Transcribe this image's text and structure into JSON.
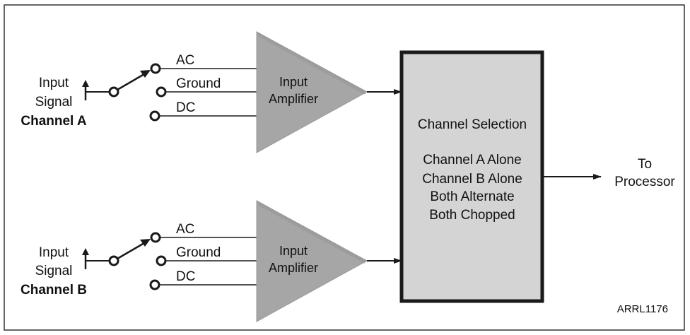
{
  "colors": {
    "background": "#ffffff",
    "line": "#1a1a1a",
    "amplifier_fill": "#a6a6a6",
    "selector_fill": "#d4d4d4"
  },
  "channel_a": {
    "input_label": "Input",
    "signal_label": "Signal",
    "channel_label": "Channel A",
    "switch_options": [
      "AC",
      "Ground",
      "DC"
    ],
    "amplifier_line1": "Input",
    "amplifier_line2": "Amplifier"
  },
  "channel_b": {
    "input_label": "Input",
    "signal_label": "Signal",
    "channel_label": "Channel B",
    "switch_options": [
      "AC",
      "Ground",
      "DC"
    ],
    "amplifier_line1": "Input",
    "amplifier_line2": "Amplifier"
  },
  "selector": {
    "title": "Channel Selection",
    "modes": [
      "Channel A Alone",
      "Channel B Alone",
      "Both Alternate",
      "Both Chopped"
    ]
  },
  "output": {
    "line1": "To",
    "line2": "Processor"
  },
  "figure_code": "ARRL1176"
}
